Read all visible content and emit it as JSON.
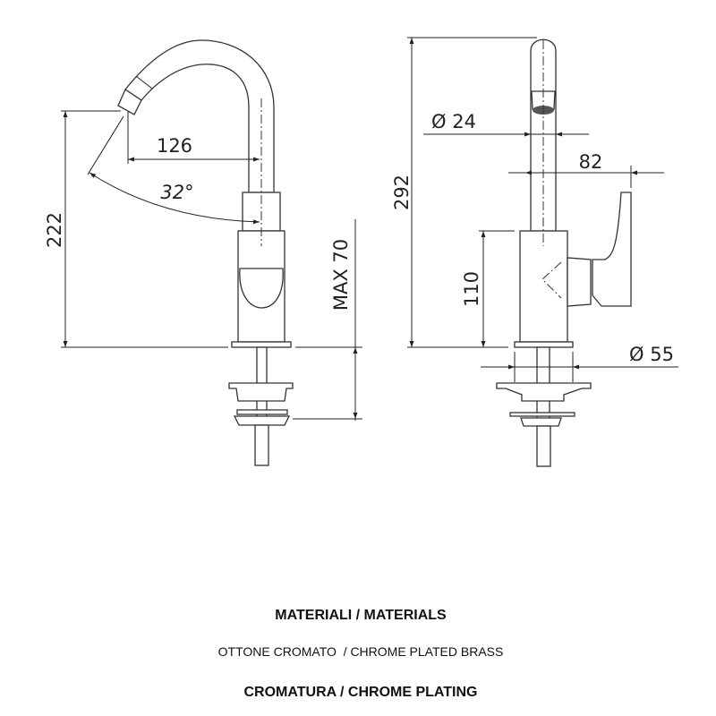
{
  "side_view": {
    "height_label": "222",
    "reach_label": "126",
    "angle_label": "32°",
    "max_deck_label": "MAX 70"
  },
  "front_view": {
    "height_label": "292",
    "spout_diameter_label": "Ø 24",
    "handle_reach_label": "82",
    "body_height_label": "110",
    "base_diameter_label": "Ø 55"
  },
  "captions": {
    "materials_heading": "MATERIALI / MATERIALS",
    "materials_text": "OTTONE CROMATO  / CHROME PLATED BRASS",
    "plating_heading": "CROMATURA / CHROME PLATING"
  }
}
